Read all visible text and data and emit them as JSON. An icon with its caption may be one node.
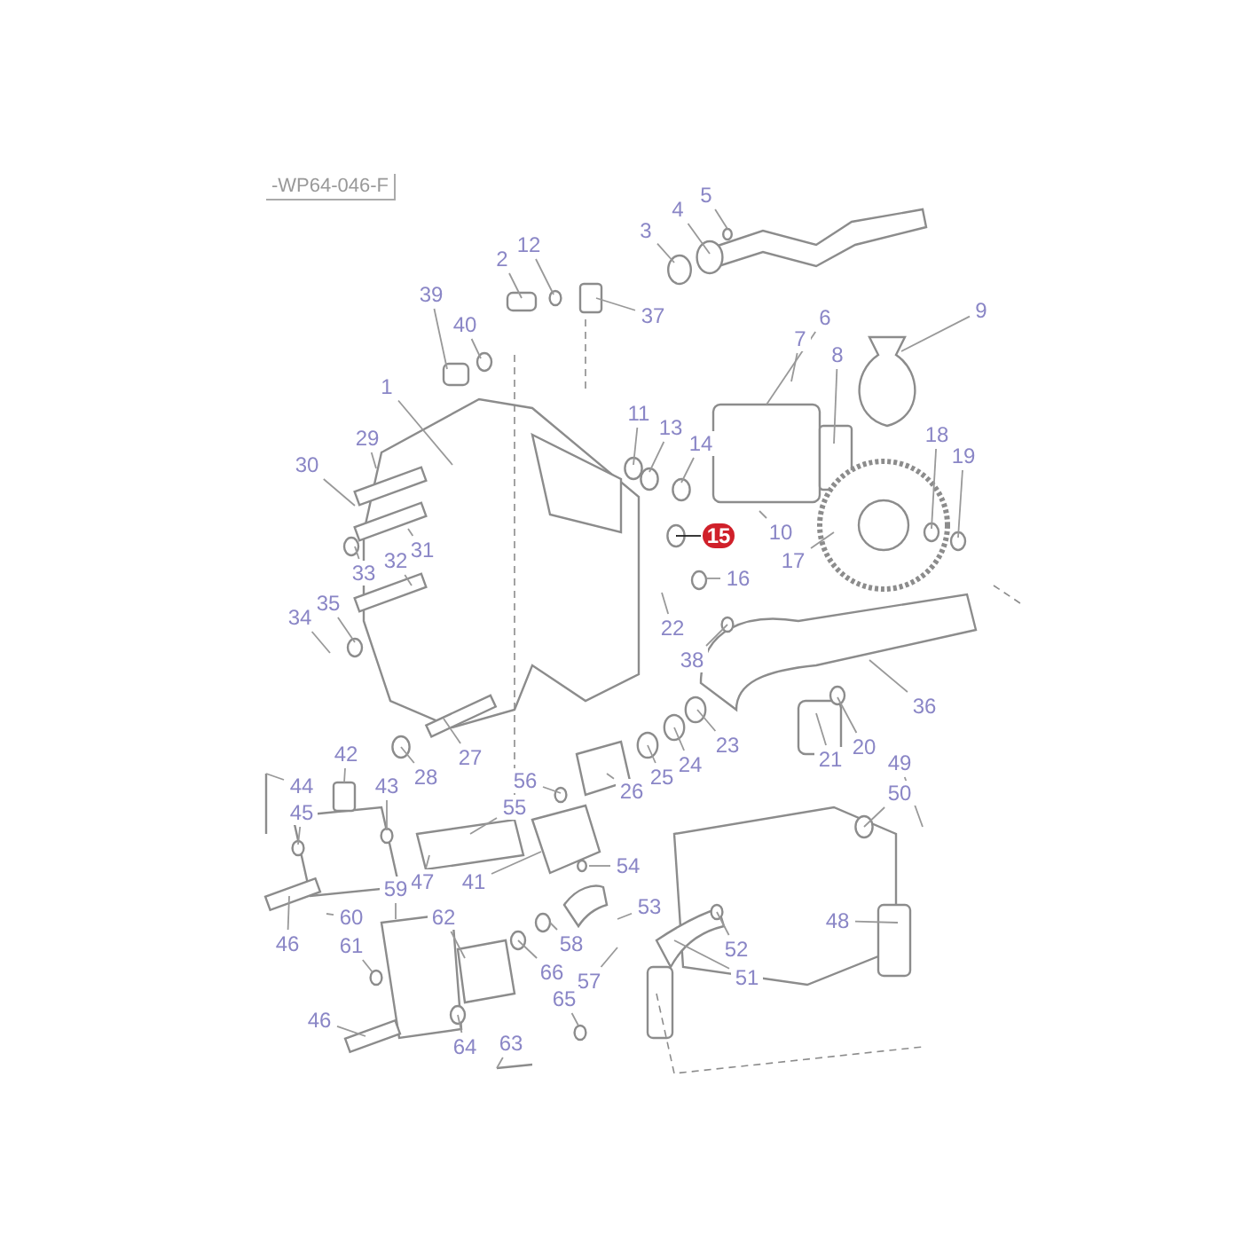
{
  "diagram": {
    "nodes": [
      {
        "text": [
          "1"
        ]
      },
      {
        "text": [
          "2"
        ]
      },
      {
        "text": [
          "3"
        ]
      },
      {
        "text": [
          "4"
        ]
      },
      {
        "text": [
          "5"
        ]
      },
      {
        "text": [
          "6"
        ]
      },
      {
        "text": [
          "7"
        ]
      },
      {
        "text": [
          "8"
        ]
      },
      {
        "text": [
          "9"
        ]
      },
      {
        "text": [
          "10"
        ]
      },
      {
        "text": [
          "11"
        ]
      },
      {
        "text": [
          "12"
        ]
      },
      {
        "text": [
          "13"
        ]
      },
      {
        "text": [
          "14"
        ]
      },
      {
        "text": [
          "15"
        ]
      },
      {
        "text": [
          "16"
        ]
      },
      {
        "text": [
          "17"
        ]
      },
      {
        "text": [
          "18"
        ]
      },
      {
        "text": [
          "19"
        ]
      },
      {
        "text": [
          "20"
        ]
      },
      {
        "text": [
          "21"
        ]
      },
      {
        "text": [
          "22"
        ]
      },
      {
        "text": [
          "23"
        ]
      },
      {
        "text": [
          "24"
        ]
      },
      {
        "text": [
          "25"
        ]
      },
      {
        "text": [
          "26"
        ]
      },
      {
        "text": [
          "27"
        ]
      },
      {
        "text": [
          "28"
        ]
      },
      {
        "text": [
          "29"
        ]
      },
      {
        "text": [
          "30"
        ]
      },
      {
        "text": [
          "31"
        ]
      },
      {
        "text": [
          "32"
        ]
      },
      {
        "text": [
          "33"
        ]
      },
      {
        "text": [
          "34"
        ]
      },
      {
        "text": [
          "35"
        ]
      },
      {
        "text": [
          "36"
        ]
      },
      {
        "text": [
          "37"
        ]
      },
      {
        "text": [
          "38"
        ]
      },
      {
        "text": [
          "39"
        ]
      },
      {
        "text": [
          "40"
        ]
      },
      {
        "text": [
          "41"
        ]
      },
      {
        "text": [
          "42"
        ]
      },
      {
        "text": [
          "43"
        ]
      },
      {
        "text": [
          "44"
        ]
      },
      {
        "text": [
          "45"
        ]
      },
      {
        "text": [
          "46"
        ]
      },
      {
        "text": [
          "46"
        ]
      },
      {
        "text": [
          "47"
        ]
      },
      {
        "text": [
          "48"
        ]
      },
      {
        "text": [
          "49"
        ]
      },
      {
        "text": [
          "50"
        ]
      },
      {
        "text": [
          "51"
        ]
      },
      {
        "text": [
          "52"
        ]
      },
      {
        "text": [
          "53"
        ]
      },
      {
        "text": [
          "54"
        ]
      },
      {
        "text": [
          "55"
        ]
      },
      {
        "text": [
          "56"
        ]
      },
      {
        "text": [
          "57"
        ]
      },
      {
        "text": [
          "58"
        ]
      },
      {
        "text": [
          "59"
        ]
      },
      {
        "text": [
          "60"
        ]
      },
      {
        "text": [
          "61"
        ]
      },
      {
        "text": [
          "62"
        ]
      },
      {
        "text": [
          "63"
        ]
      },
      {
        "text": [
          "64"
        ]
      },
      {
        "text": [
          "65"
        ]
      },
      {
        "text": [
          "66"
        ]
      }
    ],
    "edges": [
      {
        "from": 0,
        "to": null,
        "arrow": "none"
      },
      {
        "from": 1,
        "to": null,
        "arrow": "none"
      },
      {
        "from": 2,
        "to": null,
        "arrow": "none"
      },
      {
        "from": 3,
        "to": null,
        "arrow": "none"
      },
      {
        "from": 4,
        "to": null,
        "arrow": "none"
      },
      {
        "from": 5,
        "to": null,
        "arrow": "none"
      },
      {
        "from": 6,
        "to": null,
        "arrow": "none"
      },
      {
        "from": 7,
        "to": null,
        "arrow": "none"
      },
      {
        "from": 8,
        "to": null,
        "arrow": "none"
      },
      {
        "from": 9,
        "to": null,
        "arrow": "none"
      },
      {
        "from": 10,
        "to": null,
        "arrow": "none"
      },
      {
        "from": 11,
        "to": null,
        "arrow": "none"
      },
      {
        "from": 12,
        "to": null,
        "arrow": "none"
      },
      {
        "from": 13,
        "to": null,
        "arrow": "none"
      },
      {
        "from": 14,
        "to": null,
        "arrow": "none",
        "color": "#222222"
      },
      {
        "from": 15,
        "to": null,
        "arrow": "none"
      },
      {
        "from": 16,
        "to": null,
        "arrow": "none"
      },
      {
        "from": 17,
        "to": null,
        "arrow": "none"
      },
      {
        "from": 18,
        "to": null,
        "arrow": "none"
      },
      {
        "from": 19,
        "to": null,
        "arrow": "none"
      },
      {
        "from": 20,
        "to": null,
        "arrow": "none"
      },
      {
        "from": 21,
        "to": null,
        "arrow": "none"
      },
      {
        "from": 22,
        "to": null,
        "arrow": "none"
      },
      {
        "from": 23,
        "to": null,
        "arrow": "none"
      },
      {
        "from": 24,
        "to": null,
        "arrow": "none"
      },
      {
        "from": 25,
        "to": null,
        "arrow": "none"
      },
      {
        "from": 26,
        "to": null,
        "arrow": "none"
      },
      {
        "from": 27,
        "to": null,
        "arrow": "none"
      },
      {
        "from": 28,
        "to": null,
        "arrow": "none"
      },
      {
        "from": 29,
        "to": null,
        "arrow": "none"
      },
      {
        "from": 30,
        "to": null,
        "arrow": "none"
      },
      {
        "from": 31,
        "to": null,
        "arrow": "none"
      },
      {
        "from": 32,
        "to": null,
        "arrow": "none"
      },
      {
        "from": 33,
        "to": null,
        "arrow": "none"
      },
      {
        "from": 34,
        "to": null,
        "arrow": "none"
      },
      {
        "from": 35,
        "to": null,
        "arrow": "none"
      },
      {
        "from": 36,
        "to": null,
        "arrow": "none"
      },
      {
        "from": 37,
        "to": null,
        "arrow": "none"
      },
      {
        "from": 38,
        "to": null,
        "arrow": "none"
      },
      {
        "from": 39,
        "to": null,
        "arrow": "none"
      },
      {
        "from": 40,
        "to": null,
        "arrow": "none"
      },
      {
        "from": 41,
        "to": null,
        "arrow": "none"
      },
      {
        "from": 42,
        "to": null,
        "arrow": "none"
      },
      {
        "from": 43,
        "to": null,
        "arrow": "none"
      },
      {
        "from": 44,
        "to": null,
        "arrow": "none"
      },
      {
        "from": 45,
        "to": null,
        "arrow": "none"
      },
      {
        "from": 46,
        "to": null,
        "arrow": "none"
      },
      {
        "from": 47,
        "to": null,
        "arrow": "none"
      },
      {
        "from": 48,
        "to": null,
        "arrow": "none"
      },
      {
        "from": 49,
        "to": null,
        "arrow": "none"
      },
      {
        "from": 50,
        "to": null,
        "arrow": "none"
      },
      {
        "from": 51,
        "to": null,
        "arrow": "none"
      },
      {
        "from": 52,
        "to": null,
        "arrow": "none"
      },
      {
        "from": 53,
        "to": null,
        "arrow": "none"
      },
      {
        "from": 54,
        "to": null,
        "arrow": "none"
      },
      {
        "from": 55,
        "to": null,
        "arrow": "none"
      },
      {
        "from": 56,
        "to": null,
        "arrow": "none"
      },
      {
        "from": 57,
        "to": null,
        "arrow": "none"
      },
      {
        "from": 58,
        "to": null,
        "arrow": "none"
      },
      {
        "from": 59,
        "to": null,
        "arrow": "none"
      },
      {
        "from": 60,
        "to": null,
        "arrow": "none"
      },
      {
        "from": 61,
        "to": null,
        "arrow": "none"
      },
      {
        "from": 62,
        "to": null,
        "arrow": "none"
      },
      {
        "from": 63,
        "to": null,
        "arrow": "none"
      },
      {
        "from": 64,
        "to": null,
        "arrow": "none"
      },
      {
        "from": 65,
        "to": null,
        "arrow": "none"
      },
      {
        "from": 66,
        "to": null,
        "arrow": "none"
      }
    ],
    "labels": [
      "-WP64-046-F"
    ]
  }
}
